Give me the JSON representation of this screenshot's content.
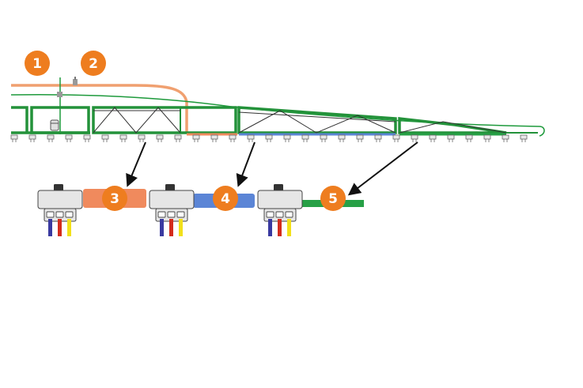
{
  "diagram": {
    "colors": {
      "badge": "#ee7d1f",
      "orange_line": "#f0a070",
      "green_line": "#1e9a3c",
      "green_frame": "#23923a",
      "section_orange": "#f08a5d",
      "section_blue": "#5b85d6",
      "section_green": "#27a046",
      "wire_purple": "#3a3aa0",
      "wire_red": "#d42c1c",
      "wire_yellow": "#f2e01a",
      "valve_body": "#e6e6e6",
      "valve_outline": "#444444"
    },
    "callouts": [
      {
        "label": "1",
        "target": "orange-supply-line"
      },
      {
        "label": "2",
        "target": "pressure-sensor"
      },
      {
        "label": "3",
        "target": "section-orange"
      },
      {
        "label": "4",
        "target": "section-blue"
      },
      {
        "label": "5",
        "target": "section-green"
      }
    ]
  }
}
